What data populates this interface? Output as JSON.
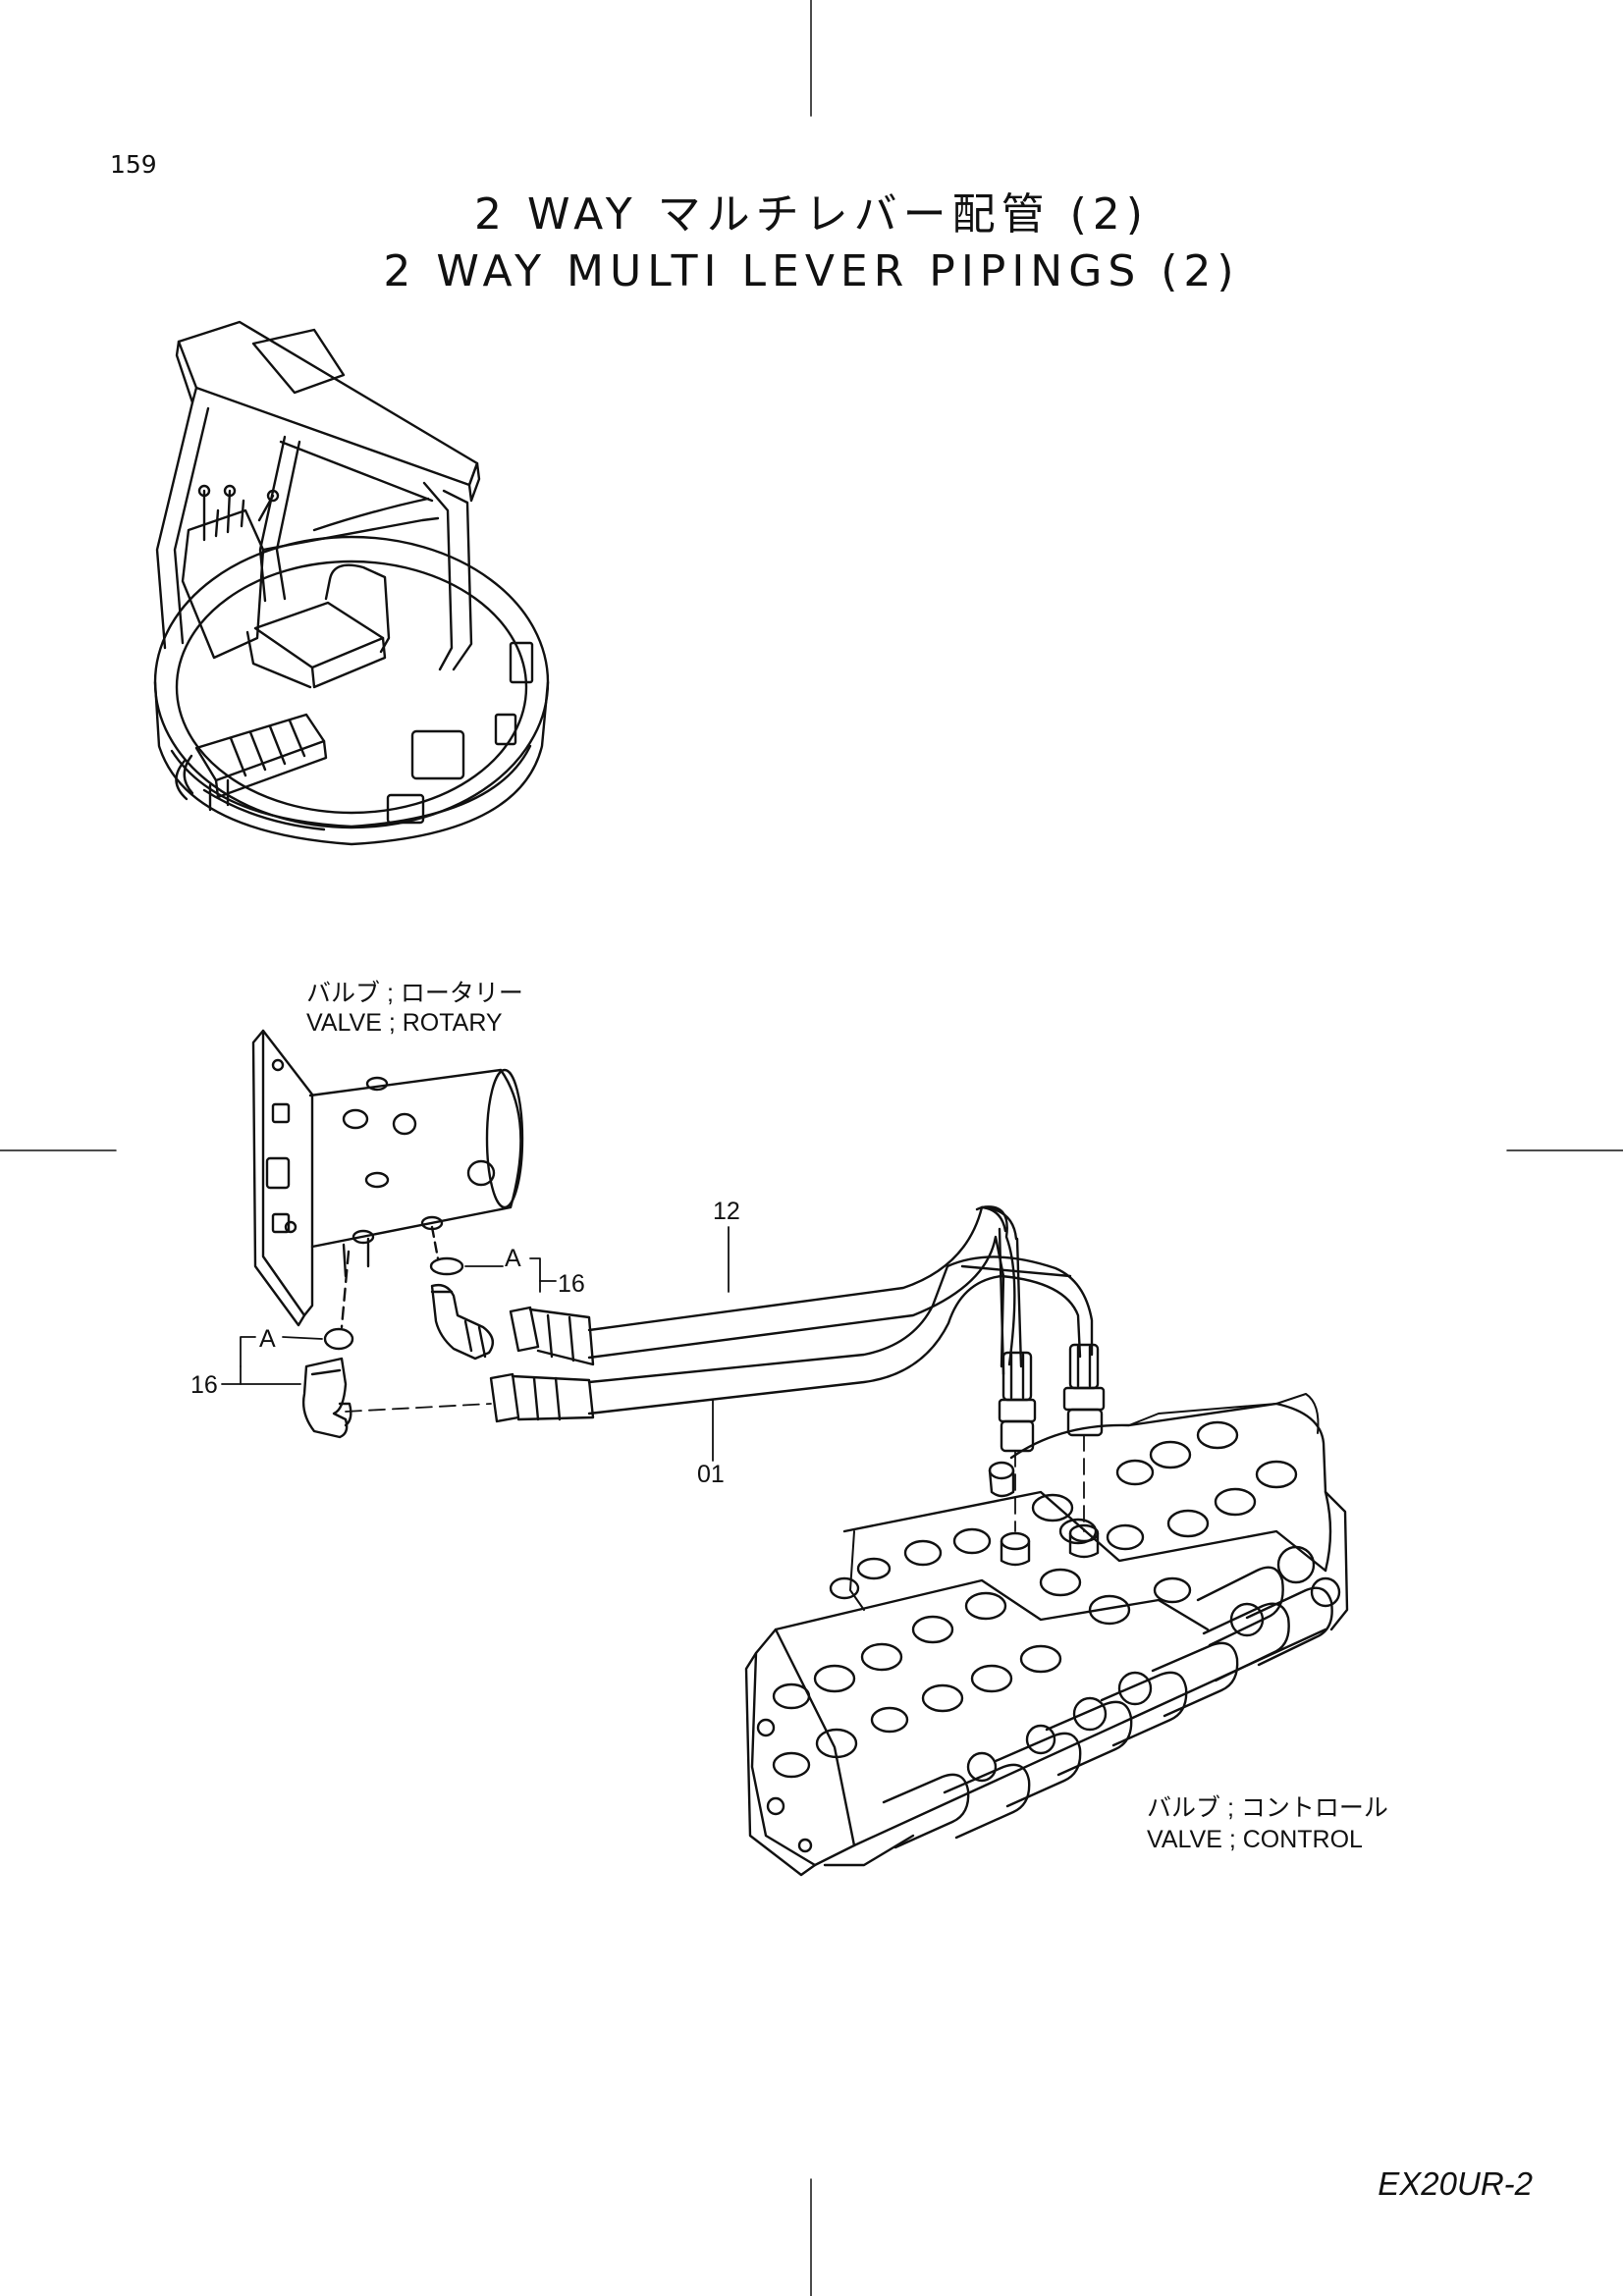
{
  "page": {
    "number": "159",
    "title_jp": "2 WAY マルチレバー配管 (2)",
    "title_en": "2 WAY MULTI LEVER PIPINGS (2)",
    "model_code": "EX20UR-2"
  },
  "labels": {
    "rotary_valve_jp": "バルブ ; ロータリー",
    "rotary_valve_en": "VALVE ; ROTARY",
    "control_valve_jp": "バルブ ; コントロール",
    "control_valve_en": "VALVE ; CONTROL",
    "part_12": "12",
    "part_01": "01",
    "part_16_upper": "16",
    "part_16_lower": "16",
    "ref_a_upper": "A",
    "ref_a_lower": "A"
  }
}
